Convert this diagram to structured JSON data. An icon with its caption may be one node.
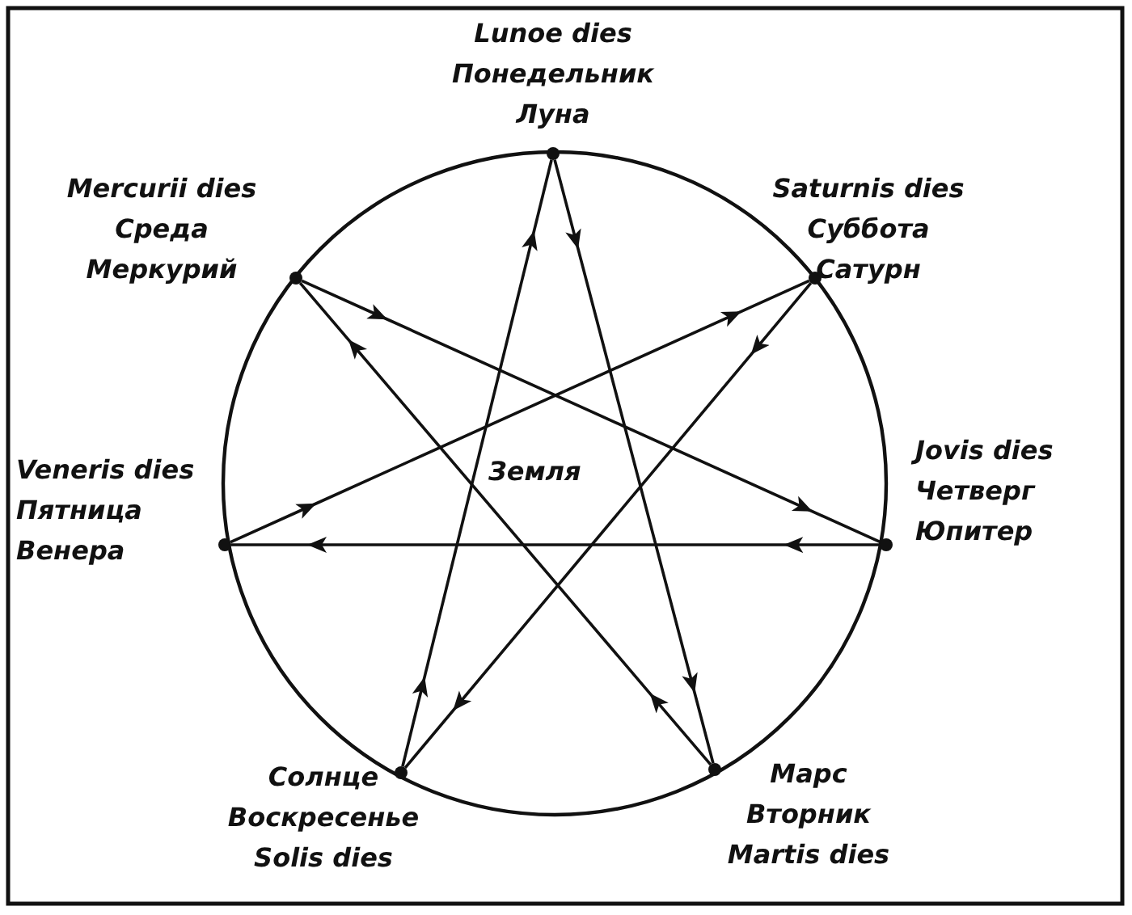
{
  "diagram": {
    "nodes": [
      {
        "text": [
          "Lunoe dies",
          "Понедельник",
          "Луна"
        ]
      },
      {
        "text": [
          "Mercurii dies",
          "Среда",
          "Меркурий"
        ]
      },
      {
        "text": [
          "Saturnis dies",
          "Суббота",
          "Сатурн"
        ]
      },
      {
        "text": [
          "Veneris dies",
          "Пятница",
          "Венера"
        ]
      },
      {
        "text": [
          "Jovis dies",
          "Четверг",
          "Юпитер"
        ]
      },
      {
        "text": [
          "Солнце",
          "Воскресенье",
          "Solis dies"
        ]
      },
      {
        "text": [
          "Марс",
          "Вторник",
          "Martis dies"
        ]
      }
    ],
    "edges": [
      {
        "from": 5,
        "to": 0,
        "arrow": "to"
      },
      {
        "from": 0,
        "to": 6,
        "arrow": "to"
      },
      {
        "from": 6,
        "to": 1,
        "arrow": "to"
      },
      {
        "from": 1,
        "to": 4,
        "arrow": "to"
      },
      {
        "from": 4,
        "to": 3,
        "arrow": "to"
      },
      {
        "from": 3,
        "to": 2,
        "arrow": "to"
      },
      {
        "from": 2,
        "to": 5,
        "arrow": "to"
      }
    ],
    "labels": [
      "Земля"
    ]
  }
}
